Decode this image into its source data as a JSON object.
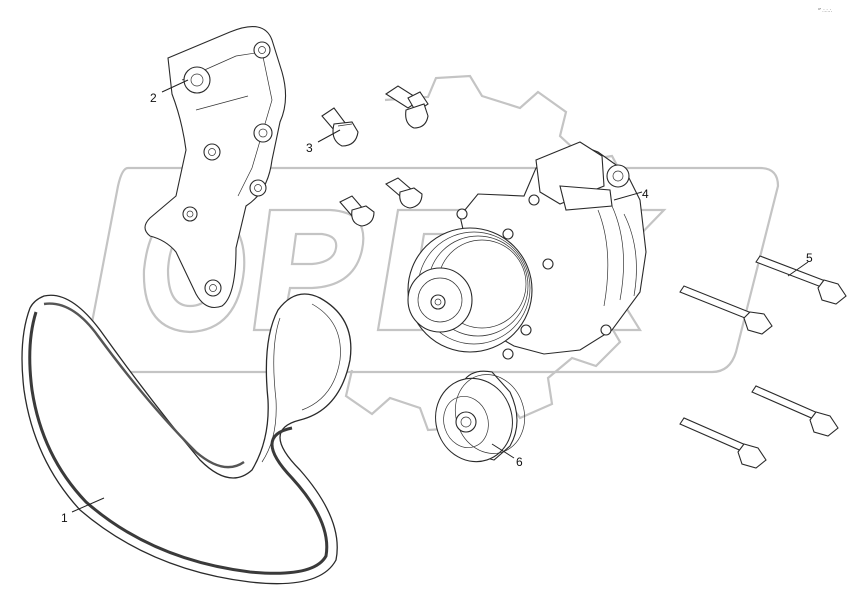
{
  "corner_mark": "°' ∴∴∴",
  "watermark": {
    "text": "OPEX",
    "color": "#c4c4c4"
  },
  "callouts": [
    {
      "id": "1",
      "label": "1"
    },
    {
      "id": "2",
      "label": "2"
    },
    {
      "id": "3",
      "label": "3"
    },
    {
      "id": "4",
      "label": "4"
    },
    {
      "id": "5",
      "label": "5"
    },
    {
      "id": "6",
      "label": "6"
    }
  ]
}
